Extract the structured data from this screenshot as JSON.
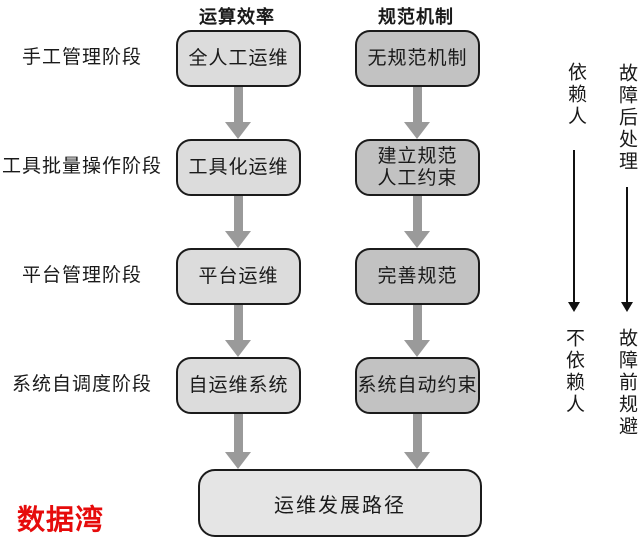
{
  "column_headers": {
    "efficiency": "运算效率",
    "mechanism": "规范机制"
  },
  "stage_labels": [
    "手工管理阶段",
    "工具批量操作阶段",
    "平台管理阶段",
    "系统自调度阶段"
  ],
  "efficiency_boxes": [
    "全人工运维",
    "工具化运维",
    "平台运维",
    "自运维系统"
  ],
  "mechanism_boxes": [
    "无规范机制",
    "建立规范\n人工约束",
    "完善规范",
    "系统自动约束"
  ],
  "bottom_box": "运维发展路径",
  "right_annotations": {
    "dependence_top": "依赖人",
    "dependence_bottom": "不依赖人",
    "fault_top": "故障后处理",
    "fault_bottom": "故障前规避"
  },
  "logo": "数据湾",
  "colors": {
    "efficiency_box_fill": "#dcdcdc",
    "mechanism_box_fill": "#c2c2c2",
    "bottom_box_fill": "#e5e5e5",
    "box_border": "#1b1b1b",
    "flow_arrow": "#9a9a9a",
    "text": "#1a1a1a",
    "logo_red": "#e60b0b",
    "background": "#ffffff"
  }
}
